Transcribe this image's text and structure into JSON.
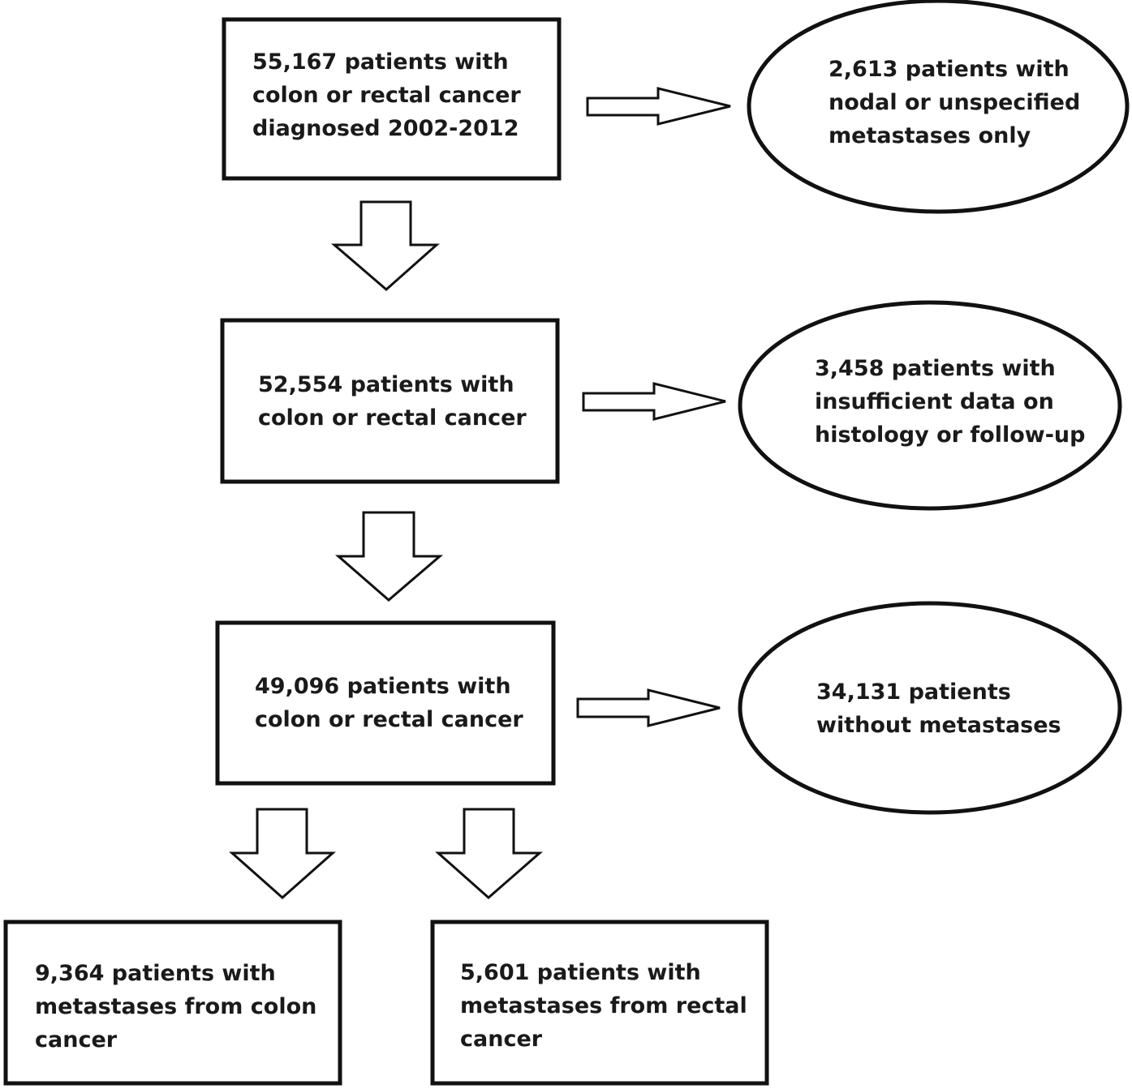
{
  "boxes": {
    "box1": [
      "55,167 patients with",
      "colon or rectal cancer",
      "diagnosed 2002-2012"
    ],
    "box2": [
      "52,554 patients with",
      "colon or rectal cancer"
    ],
    "box3": [
      "49,096 patients with",
      "colon or rectal cancer"
    ],
    "box4": [
      "9,364 patients with",
      "metastases from colon",
      "cancer"
    ],
    "box5": [
      "5,601 patients with",
      "metastases from rectal",
      "cancer"
    ]
  },
  "ovals": {
    "oval1": [
      "2,613 patients with",
      "nodal or unspecified",
      "metastases only"
    ],
    "oval2": [
      "3,458 patients with",
      "insufficient data on",
      "histology or follow-up"
    ],
    "oval3": [
      "34,131 patients",
      "without metastases"
    ]
  },
  "colors": {
    "stroke": "#111111",
    "fill": "#ffffff",
    "text": "#1a1a1a"
  }
}
